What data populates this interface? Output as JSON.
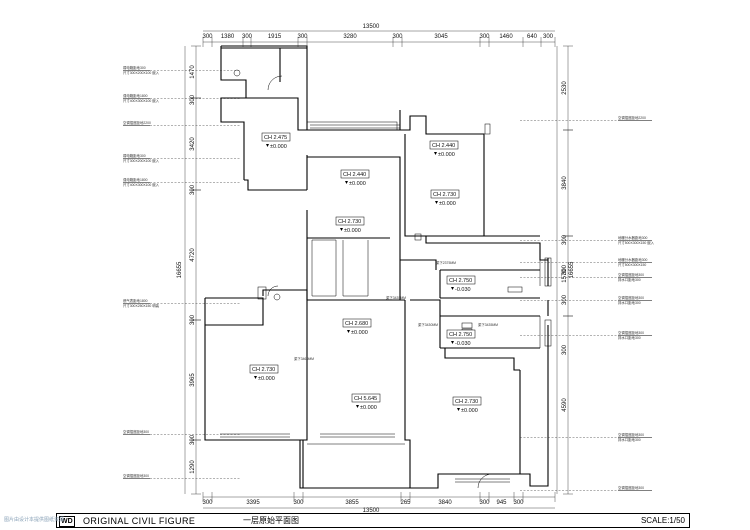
{
  "title_block": {
    "logo": "WD",
    "drawing_title": "ORIGINAL CIVIL FIGURE",
    "drawing_title_cn": "一层原始平面图",
    "scale": "SCALE:1/50"
  },
  "watermark": "图片由设计本提供图纸资源",
  "dimensions": {
    "top_total": "13500",
    "top": [
      "300",
      "1380",
      "300",
      "1915",
      "300",
      "3280",
      "300",
      "3045",
      "300",
      "1460",
      "640",
      "300"
    ],
    "bottom_total": "13500",
    "bottom": [
      "300",
      "3395",
      "300",
      "3855",
      "265",
      "3840",
      "300",
      "945",
      "300"
    ],
    "left_total": "16655",
    "left": [
      "1470",
      "3420",
      "4720",
      "3965",
      "1290"
    ],
    "left_extra": [
      "300",
      "300",
      "300",
      "300"
    ],
    "right_total": "16655",
    "right": [
      "2530",
      "3840",
      "1570",
      "4590"
    ],
    "right_extra": [
      "300",
      "300",
      "300",
      "300"
    ]
  },
  "rooms": [
    {
      "ch": "CH 2.475",
      "level": "±0.000"
    },
    {
      "ch": "CH 2.440",
      "level": "±0.000"
    },
    {
      "ch": "CH 2.440",
      "level": "±0.000"
    },
    {
      "ch": "CH 2.730",
      "level": "±0.000"
    },
    {
      "ch": "CH 2.730",
      "level": "±0.000"
    },
    {
      "ch": "CH 2.750",
      "level": "-0.030"
    },
    {
      "ch": "CH 2.750",
      "level": "-0.030"
    },
    {
      "ch": "CH 2.680",
      "level": "±0.000"
    },
    {
      "ch": "CH 2.730",
      "level": "±0.000"
    },
    {
      "ch": "CH 5.645",
      "level": "±0.000"
    },
    {
      "ch": "CH 2.730",
      "level": "±0.000"
    }
  ],
  "beam_notes": [
    "梁下2375MM",
    "梁下3435MM",
    "梁下3430MM",
    "梁下3435MM",
    "梁下3460MM"
  ],
  "left_notes": [
    {
      "l1": "弱电箱距地300",
      "l2": "尺寸300X200X100 嵌入"
    },
    {
      "l1": "强电箱距地1800",
      "l2": "尺寸400X300X100 嵌入"
    },
    {
      "l1": "空调插座距地2200",
      "l2": ""
    },
    {
      "l1": "弱电箱距地300",
      "l2": "尺寸300X200X100 嵌入"
    },
    {
      "l1": "强电箱距地1800",
      "l2": "尺寸400X300X100 嵌入"
    },
    {
      "l1": "燃气表距地1800",
      "l2": "尺寸300X250X150 明装"
    },
    {
      "l1": "空调插座距地300",
      "l2": ""
    },
    {
      "l1": "空调插座距地300",
      "l2": ""
    }
  ],
  "right_notes": [
    {
      "l1": "空调插座距地2200",
      "l2": ""
    },
    {
      "l1": "地暖分水器距地300",
      "l2": "尺寸500X300X150 嵌入"
    },
    {
      "l1": "地暖分水器距地300",
      "l2": "尺寸500X300X150"
    },
    {
      "l1": "空调插座距地300",
      "l2": "排水口距地300"
    },
    {
      "l1": "空调插座距地300",
      "l2": "排水口距地300"
    },
    {
      "l1": "空调插座距地300",
      "l2": "排水口距地300"
    },
    {
      "l1": "空调插座距地300",
      "l2": "排水口距地300"
    },
    {
      "l1": "空调插座距地300",
      "l2": ""
    }
  ]
}
